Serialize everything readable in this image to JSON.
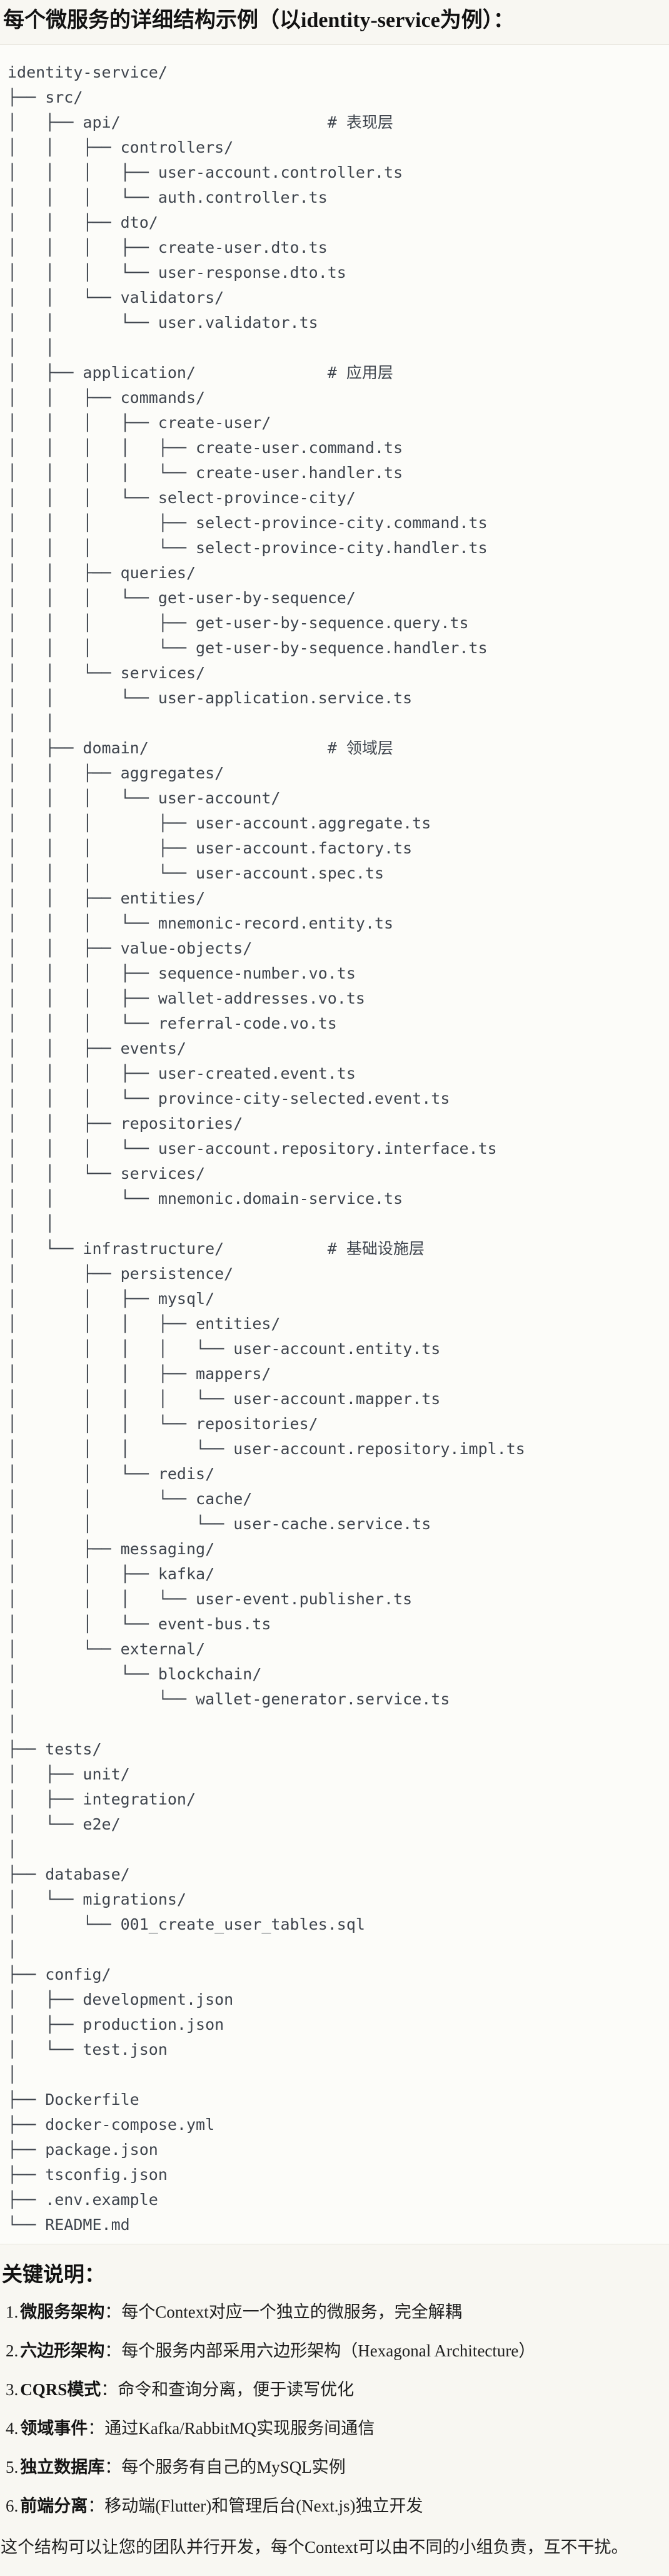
{
  "title": "每个微服务的详细结构示例（以identity-service为例）：",
  "tree": {
    "lines": [
      "identity-service/",
      "├── src/",
      "│   ├── api/                      # 表现层",
      "│   │   ├── controllers/",
      "│   │   │   ├── user-account.controller.ts",
      "│   │   │   └── auth.controller.ts",
      "│   │   ├── dto/",
      "│   │   │   ├── create-user.dto.ts",
      "│   │   │   └── user-response.dto.ts",
      "│   │   └── validators/",
      "│   │       └── user.validator.ts",
      "│   │",
      "│   ├── application/              # 应用层",
      "│   │   ├── commands/",
      "│   │   │   ├── create-user/",
      "│   │   │   │   ├── create-user.command.ts",
      "│   │   │   │   └── create-user.handler.ts",
      "│   │   │   └── select-province-city/",
      "│   │   │       ├── select-province-city.command.ts",
      "│   │   │       └── select-province-city.handler.ts",
      "│   │   ├── queries/",
      "│   │   │   └── get-user-by-sequence/",
      "│   │   │       ├── get-user-by-sequence.query.ts",
      "│   │   │       └── get-user-by-sequence.handler.ts",
      "│   │   └── services/",
      "│   │       └── user-application.service.ts",
      "│   │",
      "│   ├── domain/                   # 领域层",
      "│   │   ├── aggregates/",
      "│   │   │   └── user-account/",
      "│   │   │       ├── user-account.aggregate.ts",
      "│   │   │       ├── user-account.factory.ts",
      "│   │   │       └── user-account.spec.ts",
      "│   │   ├── entities/",
      "│   │   │   └── mnemonic-record.entity.ts",
      "│   │   ├── value-objects/",
      "│   │   │   ├── sequence-number.vo.ts",
      "│   │   │   ├── wallet-addresses.vo.ts",
      "│   │   │   └── referral-code.vo.ts",
      "│   │   ├── events/",
      "│   │   │   ├── user-created.event.ts",
      "│   │   │   └── province-city-selected.event.ts",
      "│   │   ├── repositories/",
      "│   │   │   └── user-account.repository.interface.ts",
      "│   │   └── services/",
      "│   │       └── mnemonic.domain-service.ts",
      "│   │",
      "│   └── infrastructure/           # 基础设施层",
      "│       ├── persistence/",
      "│       │   ├── mysql/",
      "│       │   │   ├── entities/",
      "│       │   │   │   └── user-account.entity.ts",
      "│       │   │   ├── mappers/",
      "│       │   │   │   └── user-account.mapper.ts",
      "│       │   │   └── repositories/",
      "│       │   │       └── user-account.repository.impl.ts",
      "│       │   └── redis/",
      "│       │       └── cache/",
      "│       │           └── user-cache.service.ts",
      "│       ├── messaging/",
      "│       │   ├── kafka/",
      "│       │   │   └── user-event.publisher.ts",
      "│       │   └── event-bus.ts",
      "│       └── external/",
      "│           └── blockchain/",
      "│               └── wallet-generator.service.ts",
      "│",
      "├── tests/",
      "│   ├── unit/",
      "│   ├── integration/",
      "│   └── e2e/",
      "│",
      "├── database/",
      "│   └── migrations/",
      "│       └── 001_create_user_tables.sql",
      "│",
      "├── config/",
      "│   ├── development.json",
      "│   ├── production.json",
      "│   └── test.json",
      "│",
      "├── Dockerfile",
      "├── docker-compose.yml",
      "├── package.json",
      "├── tsconfig.json",
      "├── .env.example",
      "└── README.md"
    ]
  },
  "notes": {
    "heading": "关键说明：",
    "separator": "：",
    "items": [
      {
        "num": "1.",
        "term": "微服务架构",
        "desc": "每个Context对应一个独立的微服务，完全解耦"
      },
      {
        "num": "2.",
        "term": "六边形架构",
        "desc": "每个服务内部采用六边形架构（Hexagonal Architecture）"
      },
      {
        "num": "3.",
        "term": "CQRS模式",
        "desc": "命令和查询分离，便于读写优化"
      },
      {
        "num": "4.",
        "term": "领域事件",
        "desc": "通过Kafka/RabbitMQ实现服务间通信"
      },
      {
        "num": "5.",
        "term": "独立数据库",
        "desc": "每个服务有自己的MySQL实例"
      },
      {
        "num": "6.",
        "term": "前端分离",
        "desc": "移动端(Flutter)和管理后台(Next.js)独立开发"
      }
    ],
    "footer": "这个结构可以让您的团队并行开发，每个Context可以由不同的小组负责，互不干扰。"
  }
}
